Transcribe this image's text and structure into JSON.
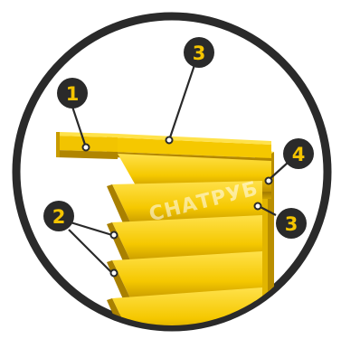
{
  "watermark": "СНАТРУБ",
  "callouts": [
    {
      "id": "c1",
      "label": "1"
    },
    {
      "id": "c3a",
      "label": "3"
    },
    {
      "id": "c2",
      "label": "2"
    },
    {
      "id": "c4",
      "label": "4"
    },
    {
      "id": "c3b",
      "label": "3"
    }
  ],
  "colors": {
    "yellow": "#f5c800",
    "yellow_dark": "#c99a00",
    "yellow_light": "#ffe24a",
    "badge": "#2a2a2a",
    "badge_text": "#f4c400",
    "frame": "#2a2a2a"
  }
}
